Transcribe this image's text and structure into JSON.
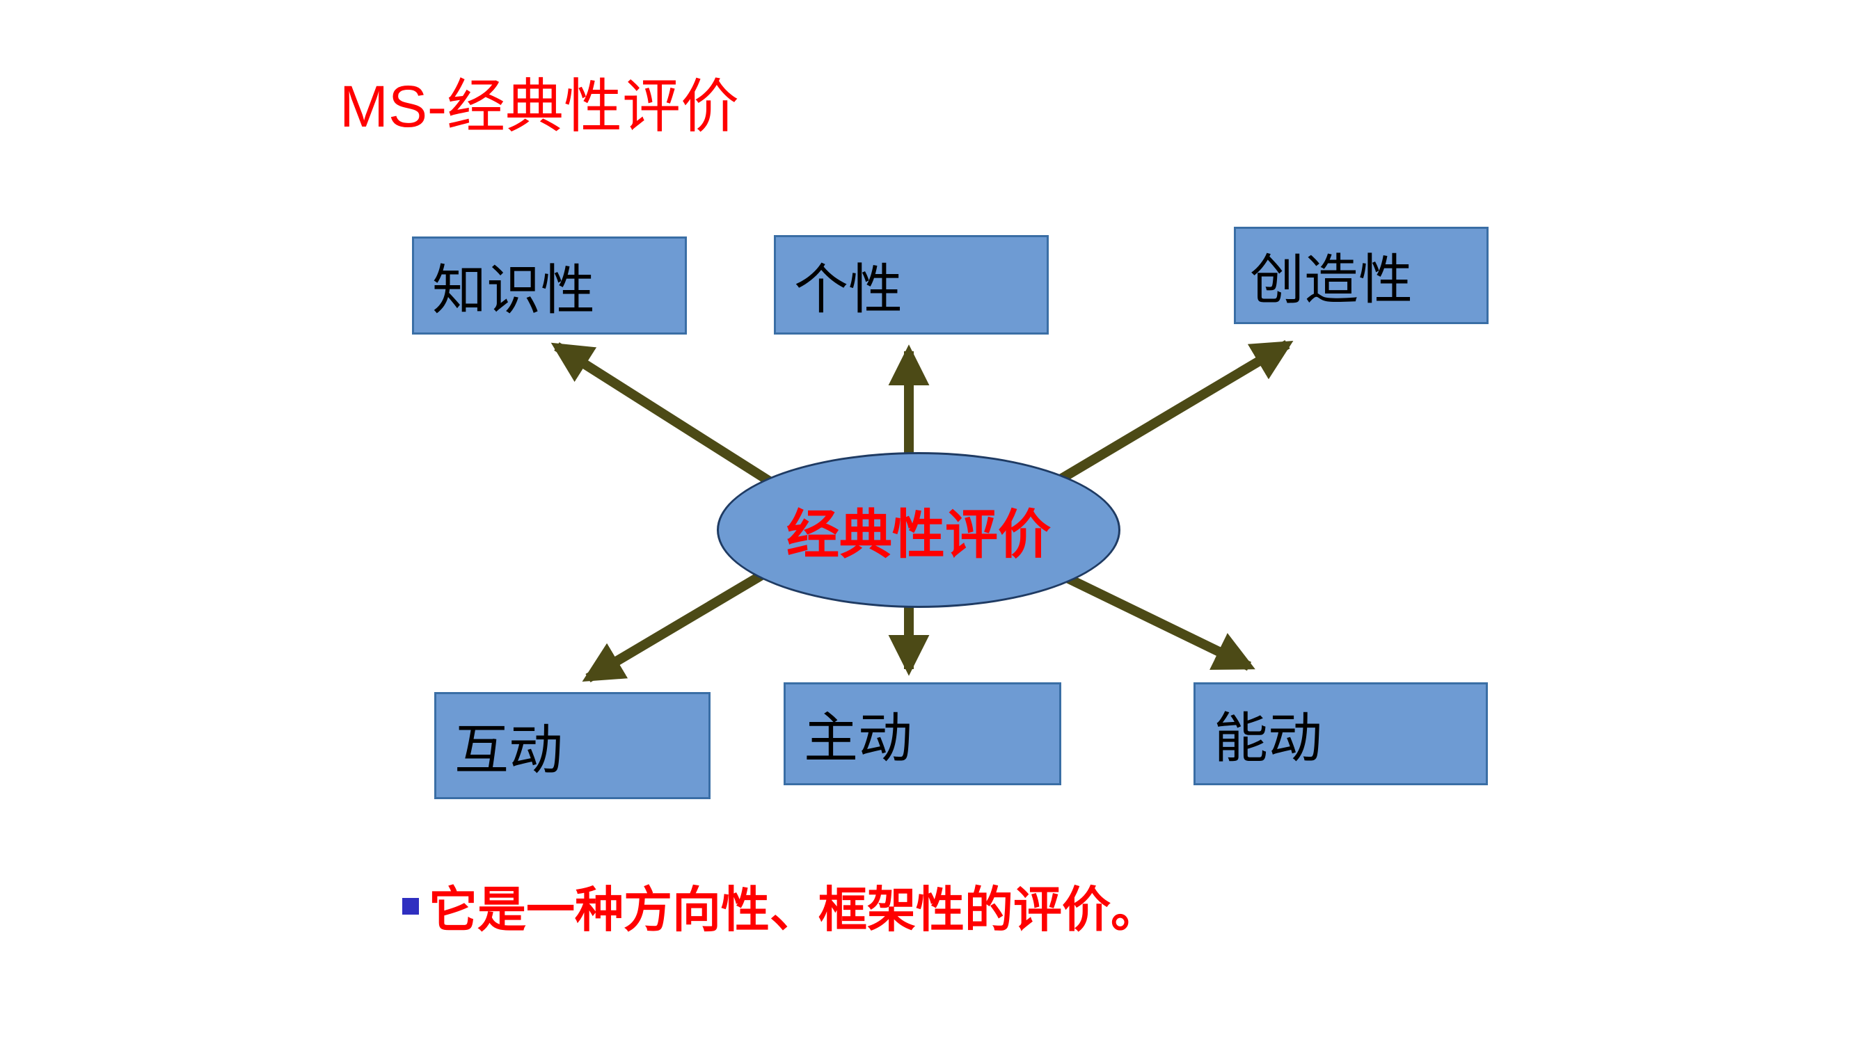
{
  "slide": {
    "title": "MS-经典性评价",
    "center_label": "经典性评价",
    "boxes": [
      {
        "label": "知识性"
      },
      {
        "label": "个性"
      },
      {
        "label": "创造性"
      },
      {
        "label": "互动"
      },
      {
        "label": "主动"
      },
      {
        "label": "能动"
      }
    ],
    "bullet_text": "它是一种方向性、框架性的评价。"
  },
  "colors": {
    "box_fill": "#6e9bd3",
    "box_border": "#3a6ea5",
    "ellipse_border": "#1f3b63",
    "arrow": "#4c4a16",
    "title_text": "#ff0000",
    "center_text": "#ff0000",
    "bullet_text": "#ff0000",
    "bullet_square": "#2f2fc0",
    "box_text": "#000000",
    "background": "#ffffff"
  }
}
